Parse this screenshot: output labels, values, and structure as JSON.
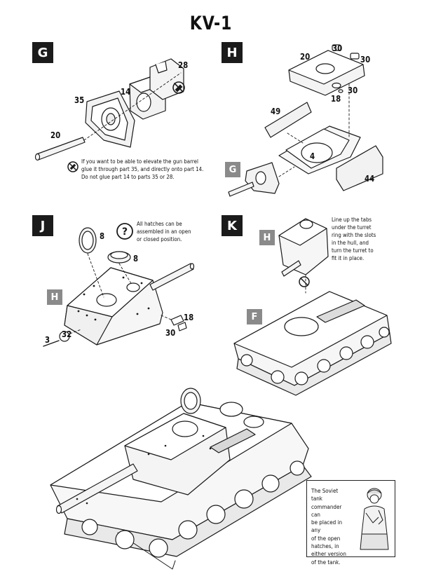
{
  "title": "KV-1",
  "steps": {
    "g": {
      "label": "G"
    },
    "h": {
      "label": "H"
    },
    "j": {
      "label": "J"
    },
    "k": {
      "label": "K"
    }
  },
  "refs": {
    "g_in_h": "G",
    "h_in_j": "H",
    "h_in_k": "H",
    "f_in_k": "F"
  },
  "parts": {
    "g": [
      "28",
      "14",
      "35",
      "20"
    ],
    "h": [
      "20",
      "30",
      "30",
      "30",
      "18",
      "49",
      "4",
      "44"
    ],
    "j": [
      "8",
      "8",
      "3",
      "32",
      "18",
      "30"
    ]
  },
  "notes": {
    "g_elevate": [
      "If you want to be able to elevate the gun barrel",
      "glue it through part 35, and directly onto part 14.",
      "Do not glue part 14 to parts 35 or 28."
    ],
    "j_hatches": [
      "All hatches can be",
      "assembled in an open",
      "or closed position."
    ],
    "k_tabs": [
      "Line up the tabs",
      "under the turret",
      "ring with the slots",
      "in the hull, and",
      "turn the turret to",
      "fit it in place."
    ]
  },
  "commander_note": [
    "The Soviet tank",
    "commander can",
    "be placed in any",
    "of the open",
    "hatches, in",
    "either version",
    "of the tank."
  ],
  "icons": {
    "no_glue": "no-glue-icon",
    "question": "question-icon"
  }
}
